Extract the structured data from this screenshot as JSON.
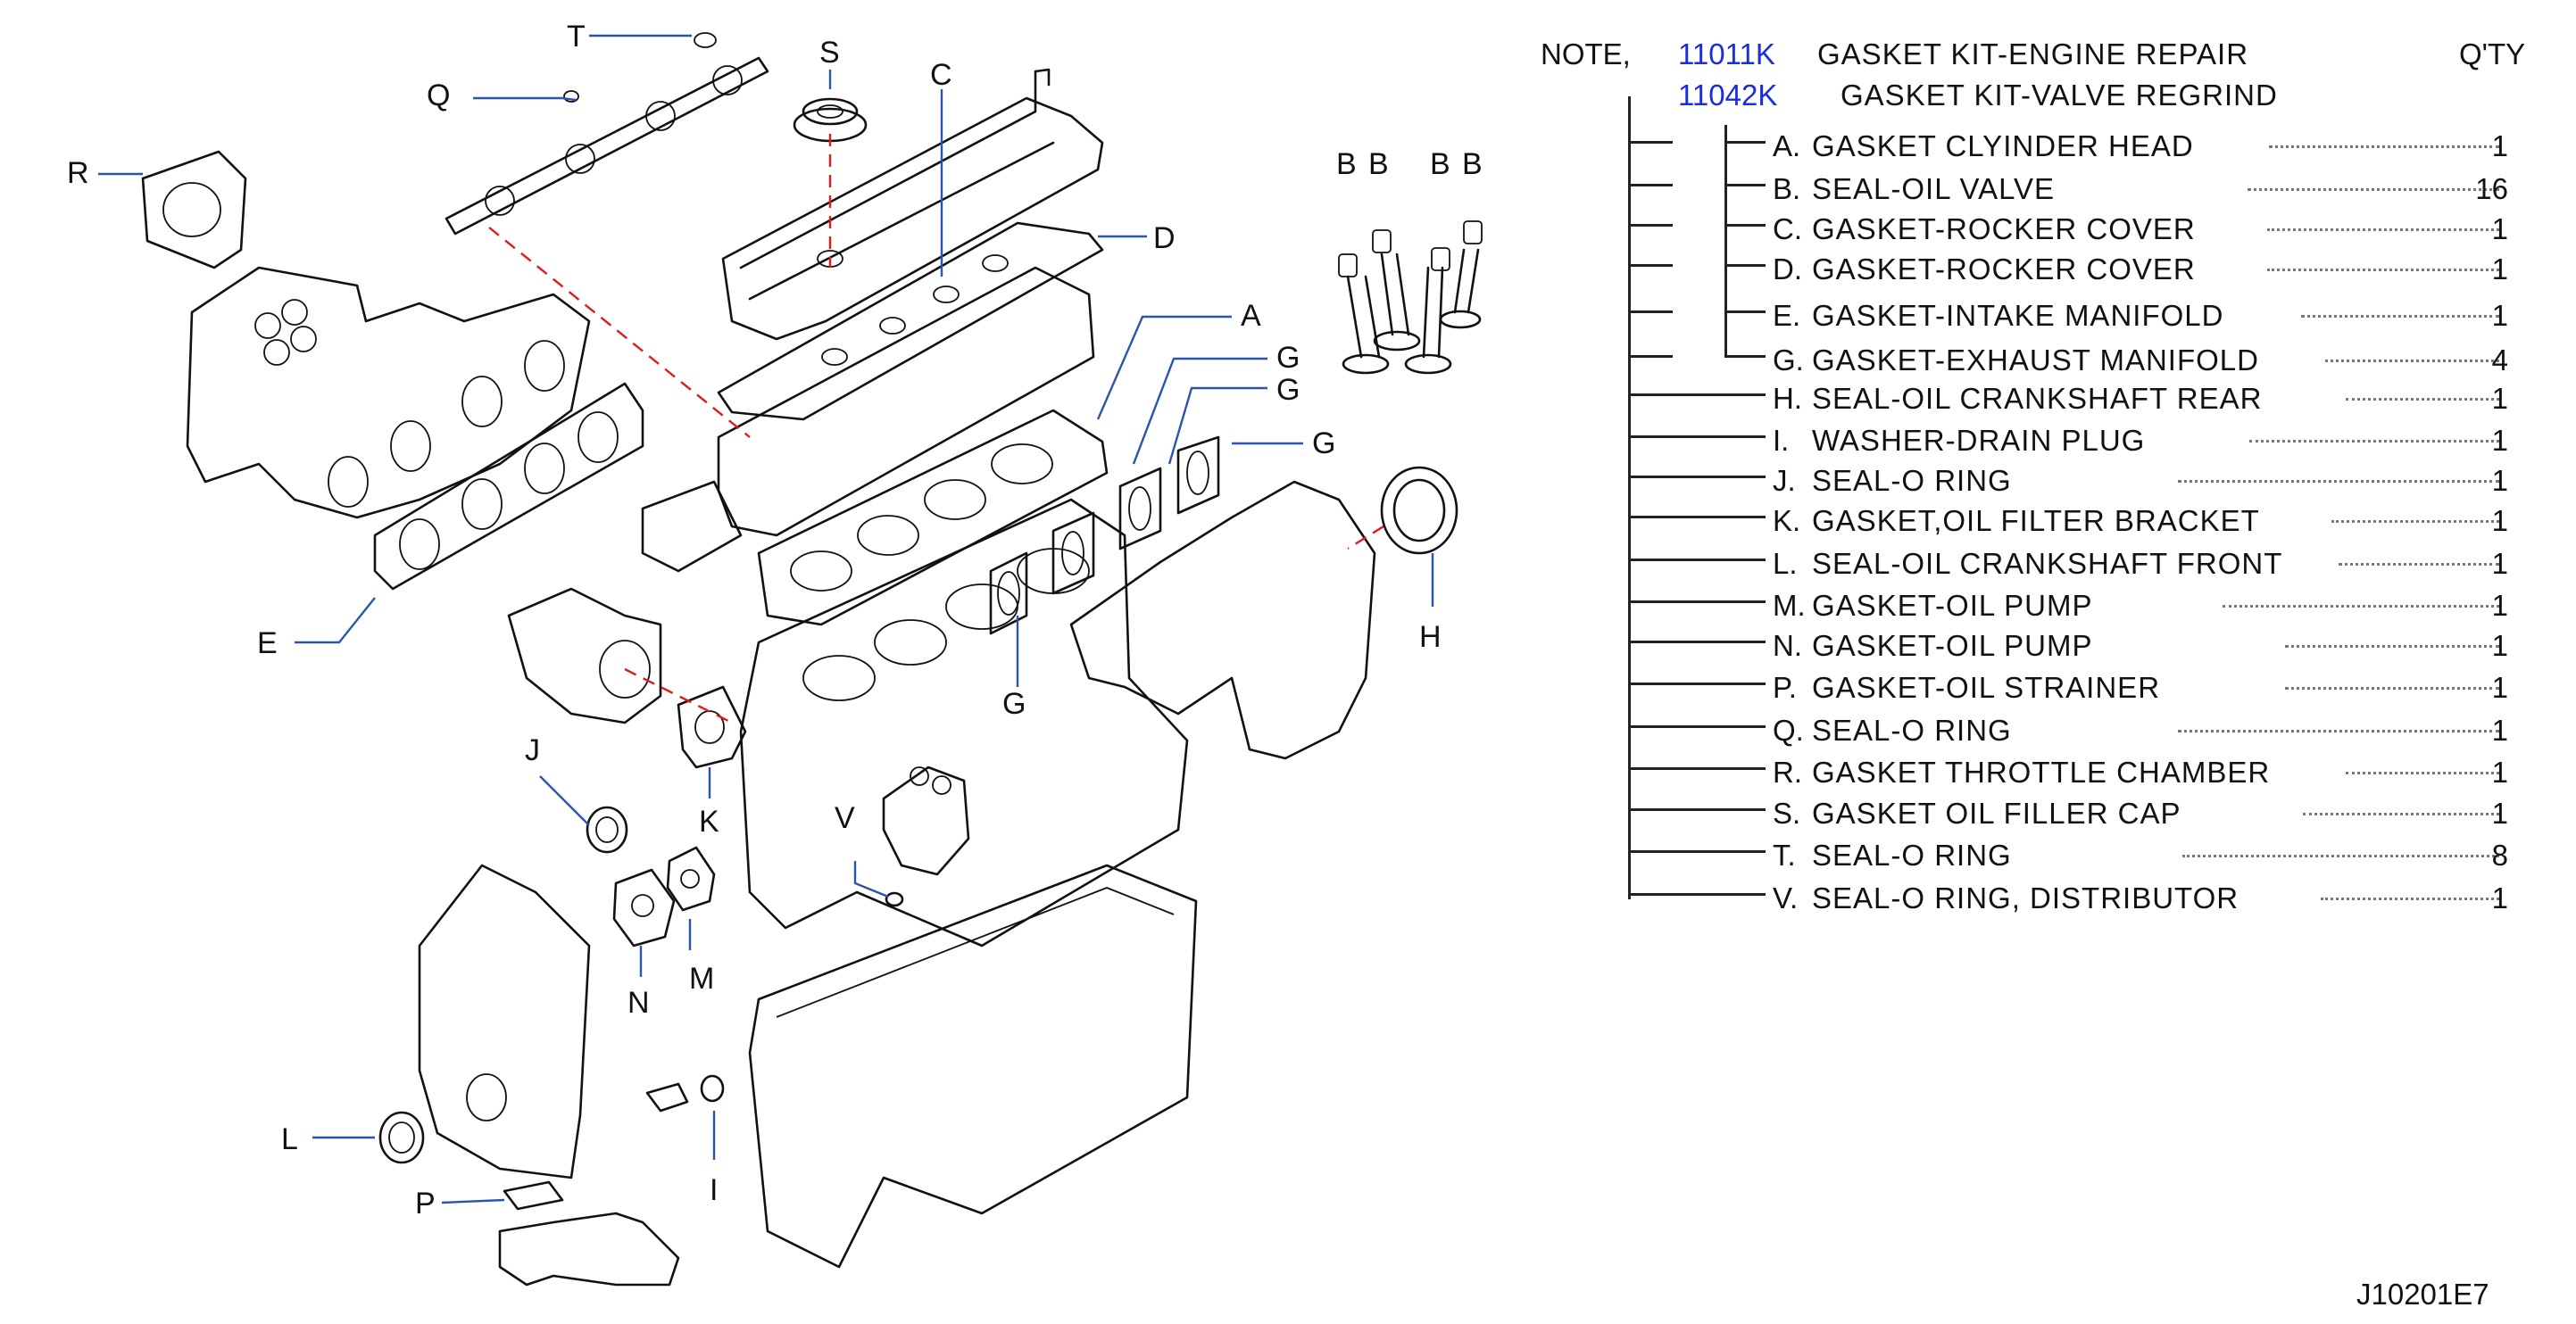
{
  "header": {
    "note_label": "NOTE,",
    "kit_engine_code": "11011K",
    "kit_engine_name": "GASKET KIT-ENGINE REPAIR",
    "kit_valve_code": "11042K",
    "kit_valve_name": "GASKET KIT-VALVE REGRIND",
    "qty_header": "Q'TY"
  },
  "parts": [
    {
      "letter": "A.",
      "name": "GASKET CLYINDER HEAD",
      "qty": "1"
    },
    {
      "letter": "B.",
      "name": "SEAL-OIL VALVE",
      "qty": "16"
    },
    {
      "letter": "C.",
      "name": "GASKET-ROCKER COVER",
      "qty": "1"
    },
    {
      "letter": "D.",
      "name": "GASKET-ROCKER COVER",
      "qty": "1"
    },
    {
      "letter": "E.",
      "name": "GASKET-INTAKE MANIFOLD",
      "qty": "1"
    },
    {
      "letter": "G.",
      "name": "GASKET-EXHAUST MANIFOLD",
      "qty": "4"
    },
    {
      "letter": "H.",
      "name": "SEAL-OIL CRANKSHAFT REAR",
      "qty": "1"
    },
    {
      "letter": "I.",
      "name": "WASHER-DRAIN PLUG",
      "qty": "1"
    },
    {
      "letter": "J.",
      "name": "SEAL-O RING",
      "qty": "1"
    },
    {
      "letter": "K.",
      "name": "GASKET,OIL FILTER BRACKET",
      "qty": "1"
    },
    {
      "letter": "L.",
      "name": "SEAL-OIL CRANKSHAFT FRONT",
      "qty": "1"
    },
    {
      "letter": "M.",
      "name": "GASKET-OIL PUMP",
      "qty": "1"
    },
    {
      "letter": "N.",
      "name": "GASKET-OIL PUMP",
      "qty": "1"
    },
    {
      "letter": "P.",
      "name": "GASKET-OIL STRAINER",
      "qty": "1"
    },
    {
      "letter": "Q.",
      "name": "SEAL-O RING",
      "qty": "1"
    },
    {
      "letter": "R.",
      "name": "GASKET THROTTLE CHAMBER",
      "qty": "1"
    },
    {
      "letter": "S.",
      "name": "GASKET OIL FILLER CAP",
      "qty": "1"
    },
    {
      "letter": "T.",
      "name": "SEAL-O RING",
      "qty": "8"
    },
    {
      "letter": "V.",
      "name": "SEAL-O RING, DISTRIBUTOR",
      "qty": "1"
    }
  ],
  "callouts": {
    "A": "A",
    "B": "B",
    "C": "C",
    "D": "D",
    "E": "E",
    "G": "G",
    "H": "H",
    "I": "I",
    "J": "J",
    "K": "K",
    "L": "L",
    "M": "M",
    "N": "N",
    "P": "P",
    "Q": "Q",
    "R": "R",
    "S": "S",
    "T": "T",
    "V": "V"
  },
  "diagram_id": "J10201E7",
  "colors": {
    "code_blue": "#1a2fd8",
    "leader_blue": "#2a55a8",
    "dash_red": "#e21a1a"
  }
}
